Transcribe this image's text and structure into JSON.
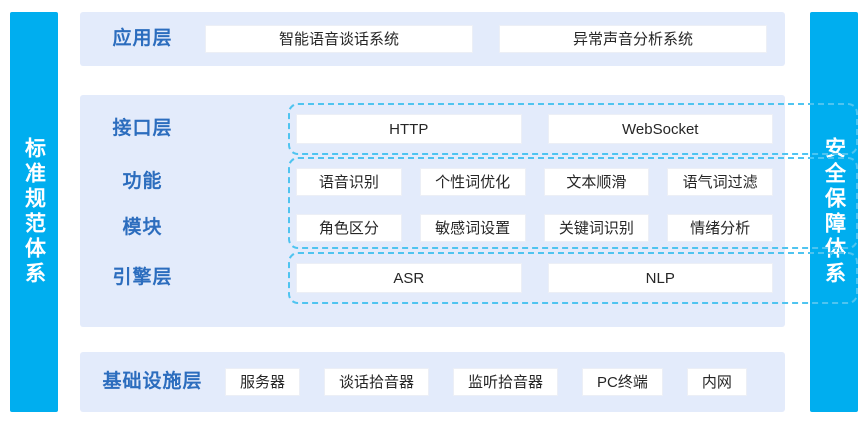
{
  "sidebars": {
    "left": {
      "label": "标准规范体系"
    },
    "right": {
      "label": "安全保障体系"
    }
  },
  "layers": {
    "application": {
      "label": "应用层",
      "items": [
        {
          "label": "智能语音谈话系统"
        },
        {
          "label": "异常声音分析系统"
        }
      ]
    },
    "interface": {
      "label": "接口层",
      "items": [
        {
          "label": "HTTP"
        },
        {
          "label": "WebSocket"
        }
      ]
    },
    "function_module": {
      "label_line1": "功能",
      "label_line2": "模块",
      "row1": [
        {
          "label": "语音识别"
        },
        {
          "label": "个性词优化"
        },
        {
          "label": "文本顺滑"
        },
        {
          "label": "语气词过滤"
        }
      ],
      "row2": [
        {
          "label": "角色区分"
        },
        {
          "label": "敏感词设置"
        },
        {
          "label": "关键词识别"
        },
        {
          "label": "情绪分析"
        }
      ]
    },
    "engine": {
      "label": "引擎层",
      "items": [
        {
          "label": "ASR"
        },
        {
          "label": "NLP"
        }
      ]
    },
    "infrastructure": {
      "label": "基础设施层",
      "items": [
        {
          "label": "服务器"
        },
        {
          "label": "谈话拾音器"
        },
        {
          "label": "监听拾音器"
        },
        {
          "label": "PC终端"
        },
        {
          "label": "内网"
        }
      ]
    }
  },
  "colors": {
    "sidebar_blue": "#00AEEF",
    "panel_bg": "#E3EBFB",
    "label_blue": "#2C6DBE",
    "dashed_border": "#4FC4F0",
    "box_bg": "#FFFFFF",
    "box_text": "#262626"
  }
}
